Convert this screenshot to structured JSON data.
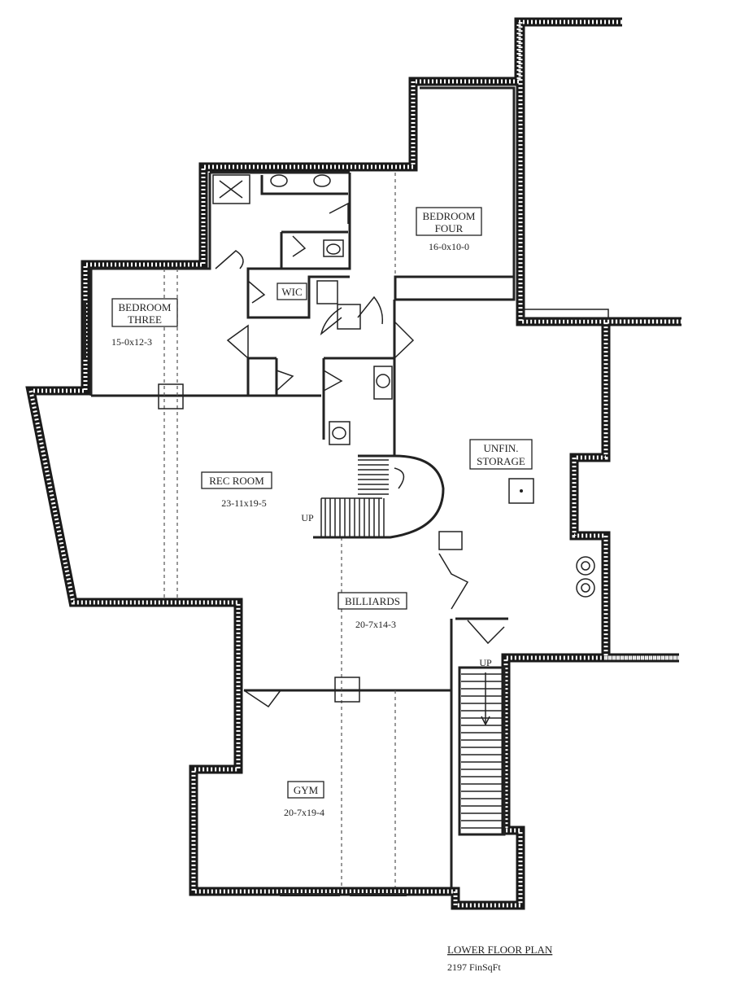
{
  "plan": {
    "title": "LOWER FLOOR PLAN",
    "area": "2197 FinSqFt"
  },
  "rooms": {
    "bedroom_four": {
      "name_line1": "BEDROOM",
      "name_line2": "FOUR",
      "dims": "16-0x10-0"
    },
    "bedroom_three": {
      "name_line1": "BEDROOM",
      "name_line2": "THREE",
      "dims": "15-0x12-3"
    },
    "wic": {
      "name": "WIC"
    },
    "rec_room": {
      "name": "REC ROOM",
      "dims": "23-11x19-5"
    },
    "unfin_storage": {
      "name_line1": "UNFIN.",
      "name_line2": "STORAGE"
    },
    "billiards": {
      "name": "BILLIARDS",
      "dims": "20-7x14-3"
    },
    "gym": {
      "name": "GYM",
      "dims": "20-7x19-4"
    }
  },
  "stairs": {
    "main_up": "UP",
    "side_up": "UP"
  }
}
